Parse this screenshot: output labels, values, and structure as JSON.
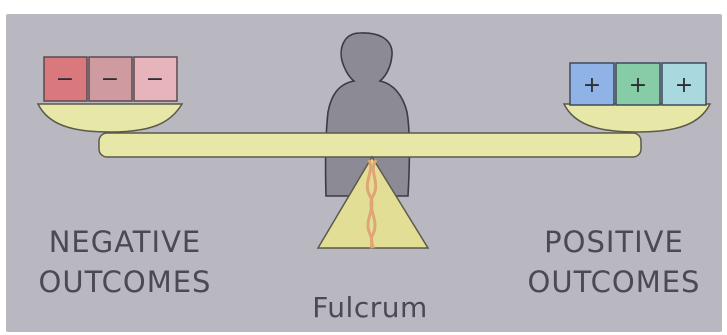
{
  "negative_label": {
    "line1": "NEGATIVE",
    "line2": "OUTCOMES"
  },
  "positive_label": {
    "line1": "POSITIVE",
    "line2": "OUTCOMES"
  },
  "fulcrum_label": "Fulcrum",
  "negative_blocks": [
    {
      "sign": "−",
      "color": "#d9787d"
    },
    {
      "sign": "−",
      "color": "#cf9aa0"
    },
    {
      "sign": "−",
      "color": "#e8b4bb"
    }
  ],
  "positive_blocks": [
    {
      "sign": "+",
      "color": "#8fb3e6"
    },
    {
      "sign": "+",
      "color": "#86cda7"
    },
    {
      "sign": "+",
      "color": "#a9d9df"
    }
  ],
  "colors": {
    "background": "#b9b7c0",
    "beam": "#e7e7a8",
    "fulcrum": "#e3de96",
    "fulcrum_stripe": "#e0a574",
    "silhouette": "#8c8a94",
    "text": "#4a4a55"
  }
}
